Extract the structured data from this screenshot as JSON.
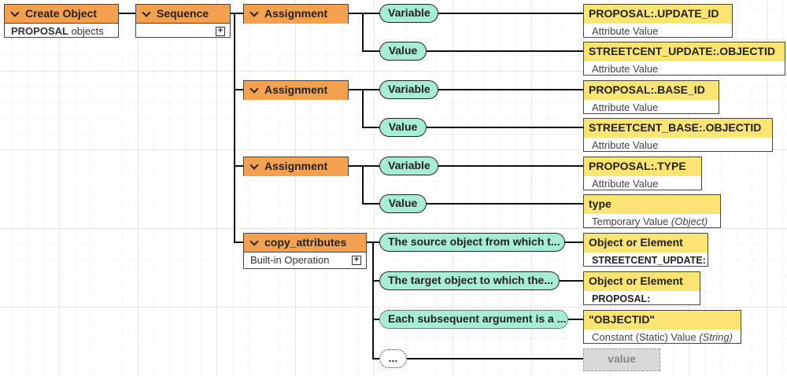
{
  "root": {
    "title": "Create Object",
    "subtitle_bold": "PROPOSAL",
    "subtitle_rest": " objects"
  },
  "sequence": {
    "title": "Sequence"
  },
  "assignments": [
    {
      "title": "Assignment",
      "variable_label": "Variable",
      "value_label": "Value",
      "variable_box": {
        "title": "PROPOSAL:.UPDATE_ID",
        "subtitle": "Attribute Value"
      },
      "value_box": {
        "title": "STREETCENT_UPDATE:.OBJECTID",
        "subtitle": "Attribute Value"
      }
    },
    {
      "title": "Assignment",
      "variable_label": "Variable",
      "value_label": "Value",
      "variable_box": {
        "title": "PROPOSAL:.BASE_ID",
        "subtitle": "Attribute Value"
      },
      "value_box": {
        "title": "STREETCENT_BASE:.OBJECTID",
        "subtitle": "Attribute Value"
      }
    },
    {
      "title": "Assignment",
      "variable_label": "Variable",
      "value_label": "Value",
      "variable_box": {
        "title": "PROPOSAL:.TYPE",
        "subtitle": "Attribute Value"
      },
      "value_box": {
        "title": "type",
        "subtitle": "Temporary Value ",
        "subtitle_italic": "(Object)"
      }
    }
  ],
  "copy_attributes": {
    "title": "copy_attributes",
    "subtitle": "Built-in Operation",
    "args": [
      {
        "label": "The source object from which t...",
        "box_title": "Object or Element",
        "box_subtitle": "STREETCENT_UPDATE:"
      },
      {
        "label": "The target object to which the...",
        "box_title": "Object or Element",
        "box_subtitle": "PROPOSAL:"
      },
      {
        "label": "Each subsequent argument is a ...",
        "box_title": "\"OBJECTID\"",
        "box_subtitle": "Constant (Static) Value ",
        "box_subtitle_italic": "(String)"
      }
    ],
    "more_label": "...",
    "placeholder": "value"
  },
  "colors": {
    "block": "#f4a14f",
    "pill": "#a7ecd6",
    "value_header": "#fbe572",
    "placeholder": "#d9d9d9"
  }
}
